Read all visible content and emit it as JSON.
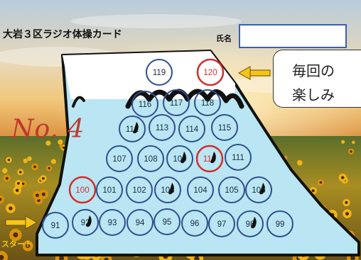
{
  "card": {
    "title": "大岩３区ラジオ体操カード",
    "name_label": "氏名",
    "number_label": "No. 4",
    "start_label": "スタート",
    "callout_line1": "毎回の",
    "callout_line2": "楽しみ"
  },
  "stamps": [
    {
      "n": "91",
      "marked": false
    },
    {
      "n": "92",
      "marked": true
    },
    {
      "n": "93",
      "marked": false
    },
    {
      "n": "94",
      "marked": false
    },
    {
      "n": "95",
      "marked": false
    },
    {
      "n": "96",
      "marked": false
    },
    {
      "n": "97",
      "marked": false
    },
    {
      "n": "98",
      "marked": true
    },
    {
      "n": "99",
      "marked": false
    },
    {
      "n": "100",
      "marked": false,
      "red": true
    },
    {
      "n": "101",
      "marked": false
    },
    {
      "n": "102",
      "marked": false
    },
    {
      "n": "103",
      "marked": true
    },
    {
      "n": "104",
      "marked": false
    },
    {
      "n": "105",
      "marked": false
    },
    {
      "n": "106",
      "marked": true
    },
    {
      "n": "107",
      "marked": false
    },
    {
      "n": "108",
      "marked": false
    },
    {
      "n": "109",
      "marked": true
    },
    {
      "n": "110",
      "marked": true,
      "red": true
    },
    {
      "n": "111",
      "marked": false
    },
    {
      "n": "112",
      "marked": true
    },
    {
      "n": "113",
      "marked": false
    },
    {
      "n": "114",
      "marked": false
    },
    {
      "n": "115",
      "marked": false
    },
    {
      "n": "116",
      "marked": false
    },
    {
      "n": "117",
      "marked": false
    },
    {
      "n": "118",
      "marked": false
    },
    {
      "n": "119",
      "marked": false
    },
    {
      "n": "120",
      "marked": false,
      "red": true
    }
  ],
  "colors": {
    "circle_border": "#2f4f8f",
    "circle_red": "#d62b2b",
    "mountain_fill": "#b9e6f2",
    "snow_cap": "#ffffff",
    "arrow_yellow": "#f5c518",
    "name_box_border": "#3a5fb0"
  }
}
